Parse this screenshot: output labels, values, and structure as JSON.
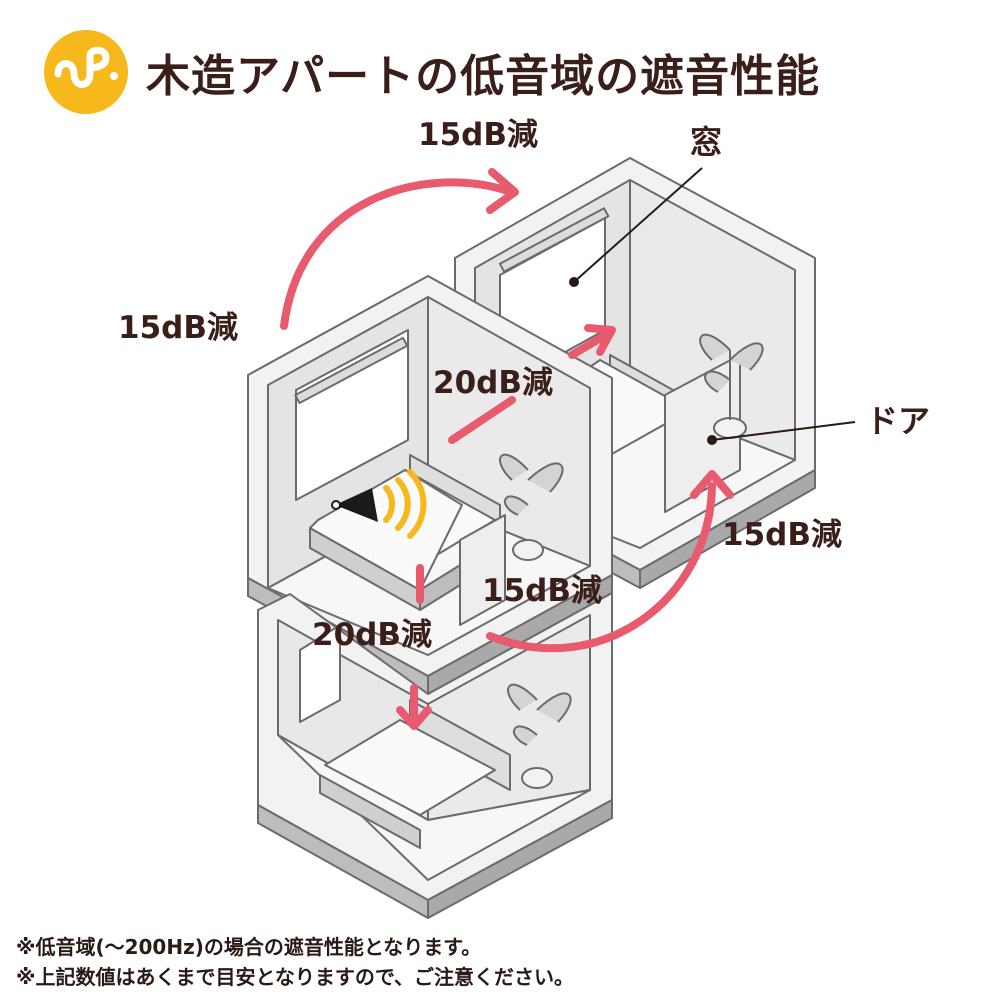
{
  "title": "木造アパートの低音域の遮音性能",
  "colors": {
    "accent_arrow": "#e85a6e",
    "logo_bg": "#f7b81b",
    "text": "#3a1e1a",
    "wall": "#e6e6e6",
    "wall_edge": "#6b6b6b"
  },
  "icons": {
    "logo": "logo-icon",
    "speaker": "speaker-icon",
    "sound_waves": "sound-waves-icon"
  },
  "labels": {
    "upper_right_reduction": "15dB減",
    "left_reduction": "15dB減",
    "horizontal_reduction": "20dB減",
    "right_reduction": "15dB減",
    "lower_diag_reduction": "15dB減",
    "downward_reduction": "20dB減",
    "window": "窓",
    "door": "ドア"
  },
  "notes": [
    "※低音域(〜200Hz)の場合の遮音性能となります。",
    "※上記数値はあくまで目安となりますので、ご注意ください。"
  ]
}
